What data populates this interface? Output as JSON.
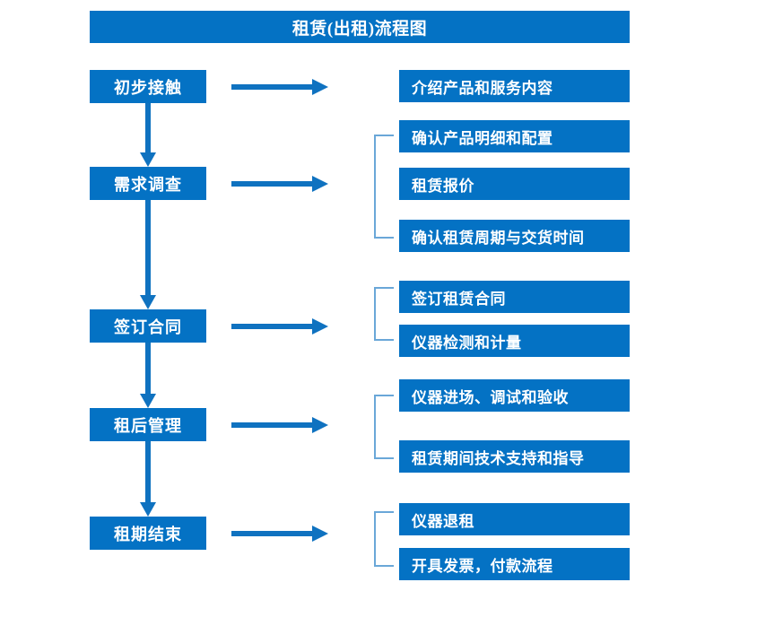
{
  "title": "租赁(出租)流程图",
  "colors": {
    "box_fill": "#0472c4",
    "box_text": "#ffffff",
    "arrow": "#0f72c0",
    "bracket": "#6aa7d8",
    "background": "#ffffff"
  },
  "stages": [
    {
      "label": "初步接触"
    },
    {
      "label": "需求调查"
    },
    {
      "label": "签订合同"
    },
    {
      "label": "租后管理"
    },
    {
      "label": "租期结束"
    }
  ],
  "tasks": [
    {
      "label": "介绍产品和服务内容"
    },
    {
      "label": "确认产品明细和配置"
    },
    {
      "label": "租赁报价"
    },
    {
      "label": "确认租赁周期与交货时间"
    },
    {
      "label": "签订租赁合同"
    },
    {
      "label": "仪器检测和计量"
    },
    {
      "label": "仪器进场、调试和验收"
    },
    {
      "label": "租赁期间技术支持和指导"
    },
    {
      "label": "仪器退租"
    },
    {
      "label": "开具发票，付款流程"
    }
  ],
  "icons": {
    "right_arrow": "right-arrow-icon",
    "down_arrow": "down-arrow-icon",
    "bracket": "group-bracket-icon"
  }
}
